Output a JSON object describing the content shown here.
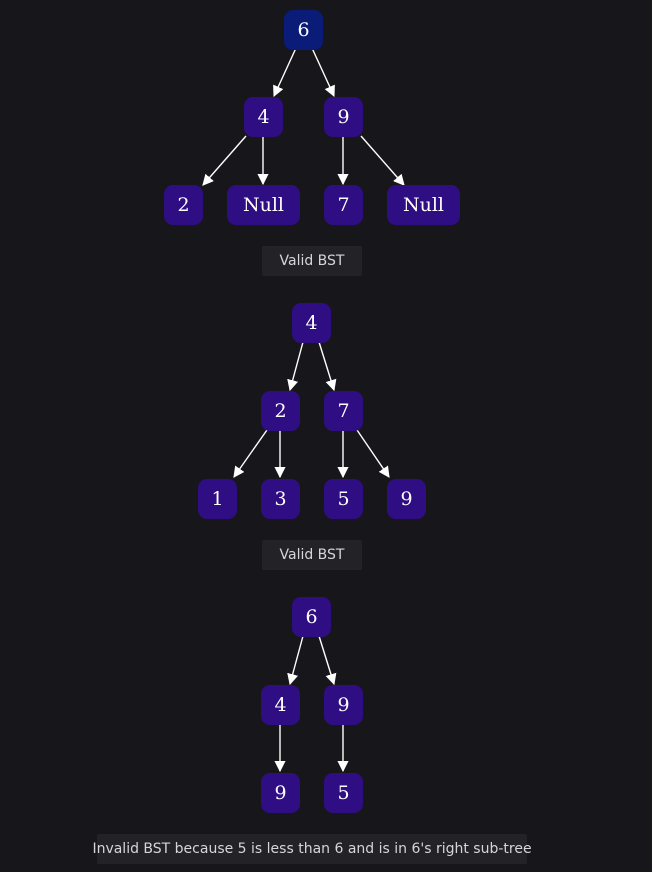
{
  "diagrams": [
    {
      "nodes": {
        "root": "6",
        "l": "4",
        "r": "9",
        "ll": "2",
        "lr": "Null",
        "rl": "7",
        "rr": "Null"
      },
      "caption": "Valid BST"
    },
    {
      "nodes": {
        "root": "4",
        "l": "2",
        "r": "7",
        "ll": "1",
        "lr": "3",
        "rl": "5",
        "rr": "9"
      },
      "caption": "Valid BST"
    },
    {
      "nodes": {
        "root": "6",
        "l": "4",
        "r": "9",
        "lc": "9",
        "rc": "5"
      },
      "caption": "Invalid BST because 5 is less than 6 and is in 6's right sub-tree"
    }
  ],
  "colors": {
    "background": "#16161b",
    "node_fill": "#2f0d82",
    "root_highlight_fill": "#0a1c78",
    "edge": "#ffffff",
    "caption_bg": "#222227",
    "caption_text": "#d6d6da"
  }
}
